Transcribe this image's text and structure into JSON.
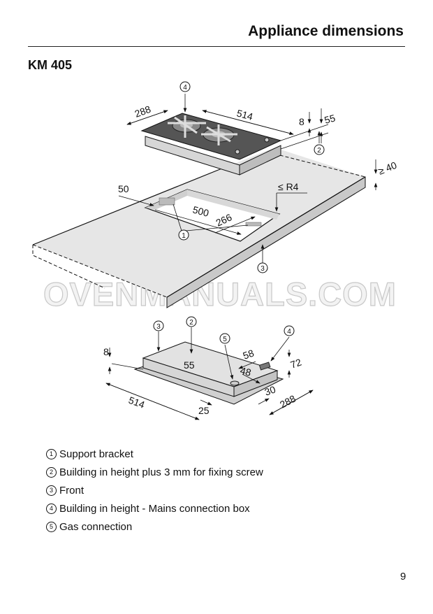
{
  "header": {
    "title": "Appliance dimensions"
  },
  "model": "KM 405",
  "watermark": "OVENMANUALS.COM",
  "top_diagram": {
    "dims": {
      "d288": "288",
      "d514": "514",
      "d8": "8",
      "d55": "55",
      "d40": "≥ 40",
      "d50": "50",
      "r4": "≤ R4",
      "d500": "500",
      "d266": "266"
    },
    "callouts": {
      "c4": "4",
      "c2": "2",
      "c1": "1",
      "c3": "3"
    }
  },
  "bottom_diagram": {
    "dims": {
      "d8": "8",
      "d55": "55",
      "d58": "58",
      "d48": "48",
      "d72": "72",
      "d514": "514",
      "d25": "25",
      "d30": "30",
      "d288": "288"
    },
    "callouts": {
      "c3": "3",
      "c2": "2",
      "c5": "5",
      "c4": "4"
    }
  },
  "legend": [
    {
      "num": "1",
      "text": "Support bracket"
    },
    {
      "num": "2",
      "text": "Building in height plus 3 mm for fixing screw"
    },
    {
      "num": "3",
      "text": "Front"
    },
    {
      "num": "4",
      "text": "Building in height - Mains connection box"
    },
    {
      "num": "5",
      "text": "Gas connection"
    }
  ],
  "page_number": "9"
}
